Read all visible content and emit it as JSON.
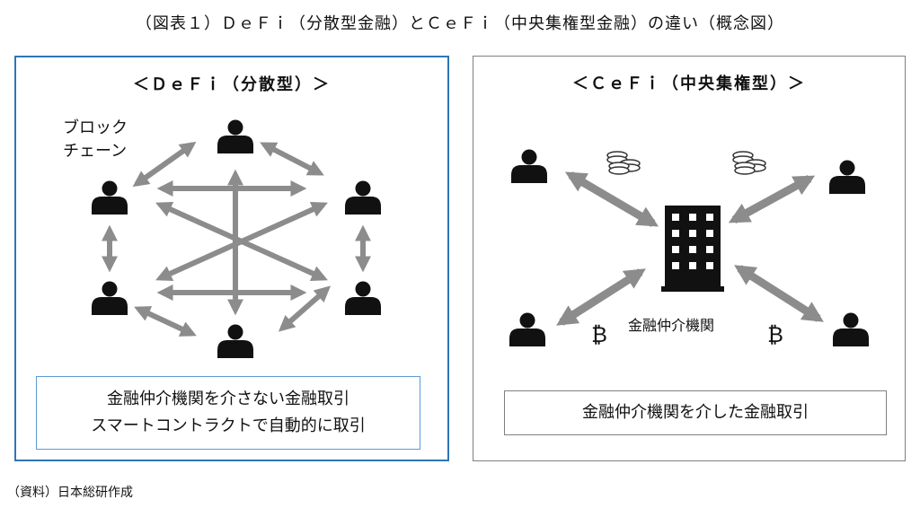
{
  "figure_title": "（図表１）ＤｅＦｉ（分散型金融）とＣｅＦｉ（中央集権型金融）の違い（概念図）",
  "defi": {
    "title": "＜ＤｅＦｉ（分散型）＞",
    "blockchain_label_line1": "ブロック",
    "blockchain_label_line2": "チェーン",
    "caption_line1": "金融仲介機関を介さない金融取引",
    "caption_line2": "スマートコントラクトで自動的に取引"
  },
  "cefi": {
    "title": "＜ＣｅＦｉ（中央集権型）＞",
    "institution_label": "金融仲介機関",
    "caption": "金融仲介機関を介した金融取引",
    "bitcoin_symbol": "₿"
  },
  "source": "（資料）日本総研作成",
  "colors": {
    "arrow": "#8c8c8c",
    "icon": "#111111",
    "defi_border": "#2e75b6",
    "caption_border": "#5b9bd5",
    "cefi_border": "#7f7f7f"
  },
  "icons": [
    "person-icon",
    "building-icon",
    "coin-stack-icon",
    "bitcoin-icon"
  ]
}
